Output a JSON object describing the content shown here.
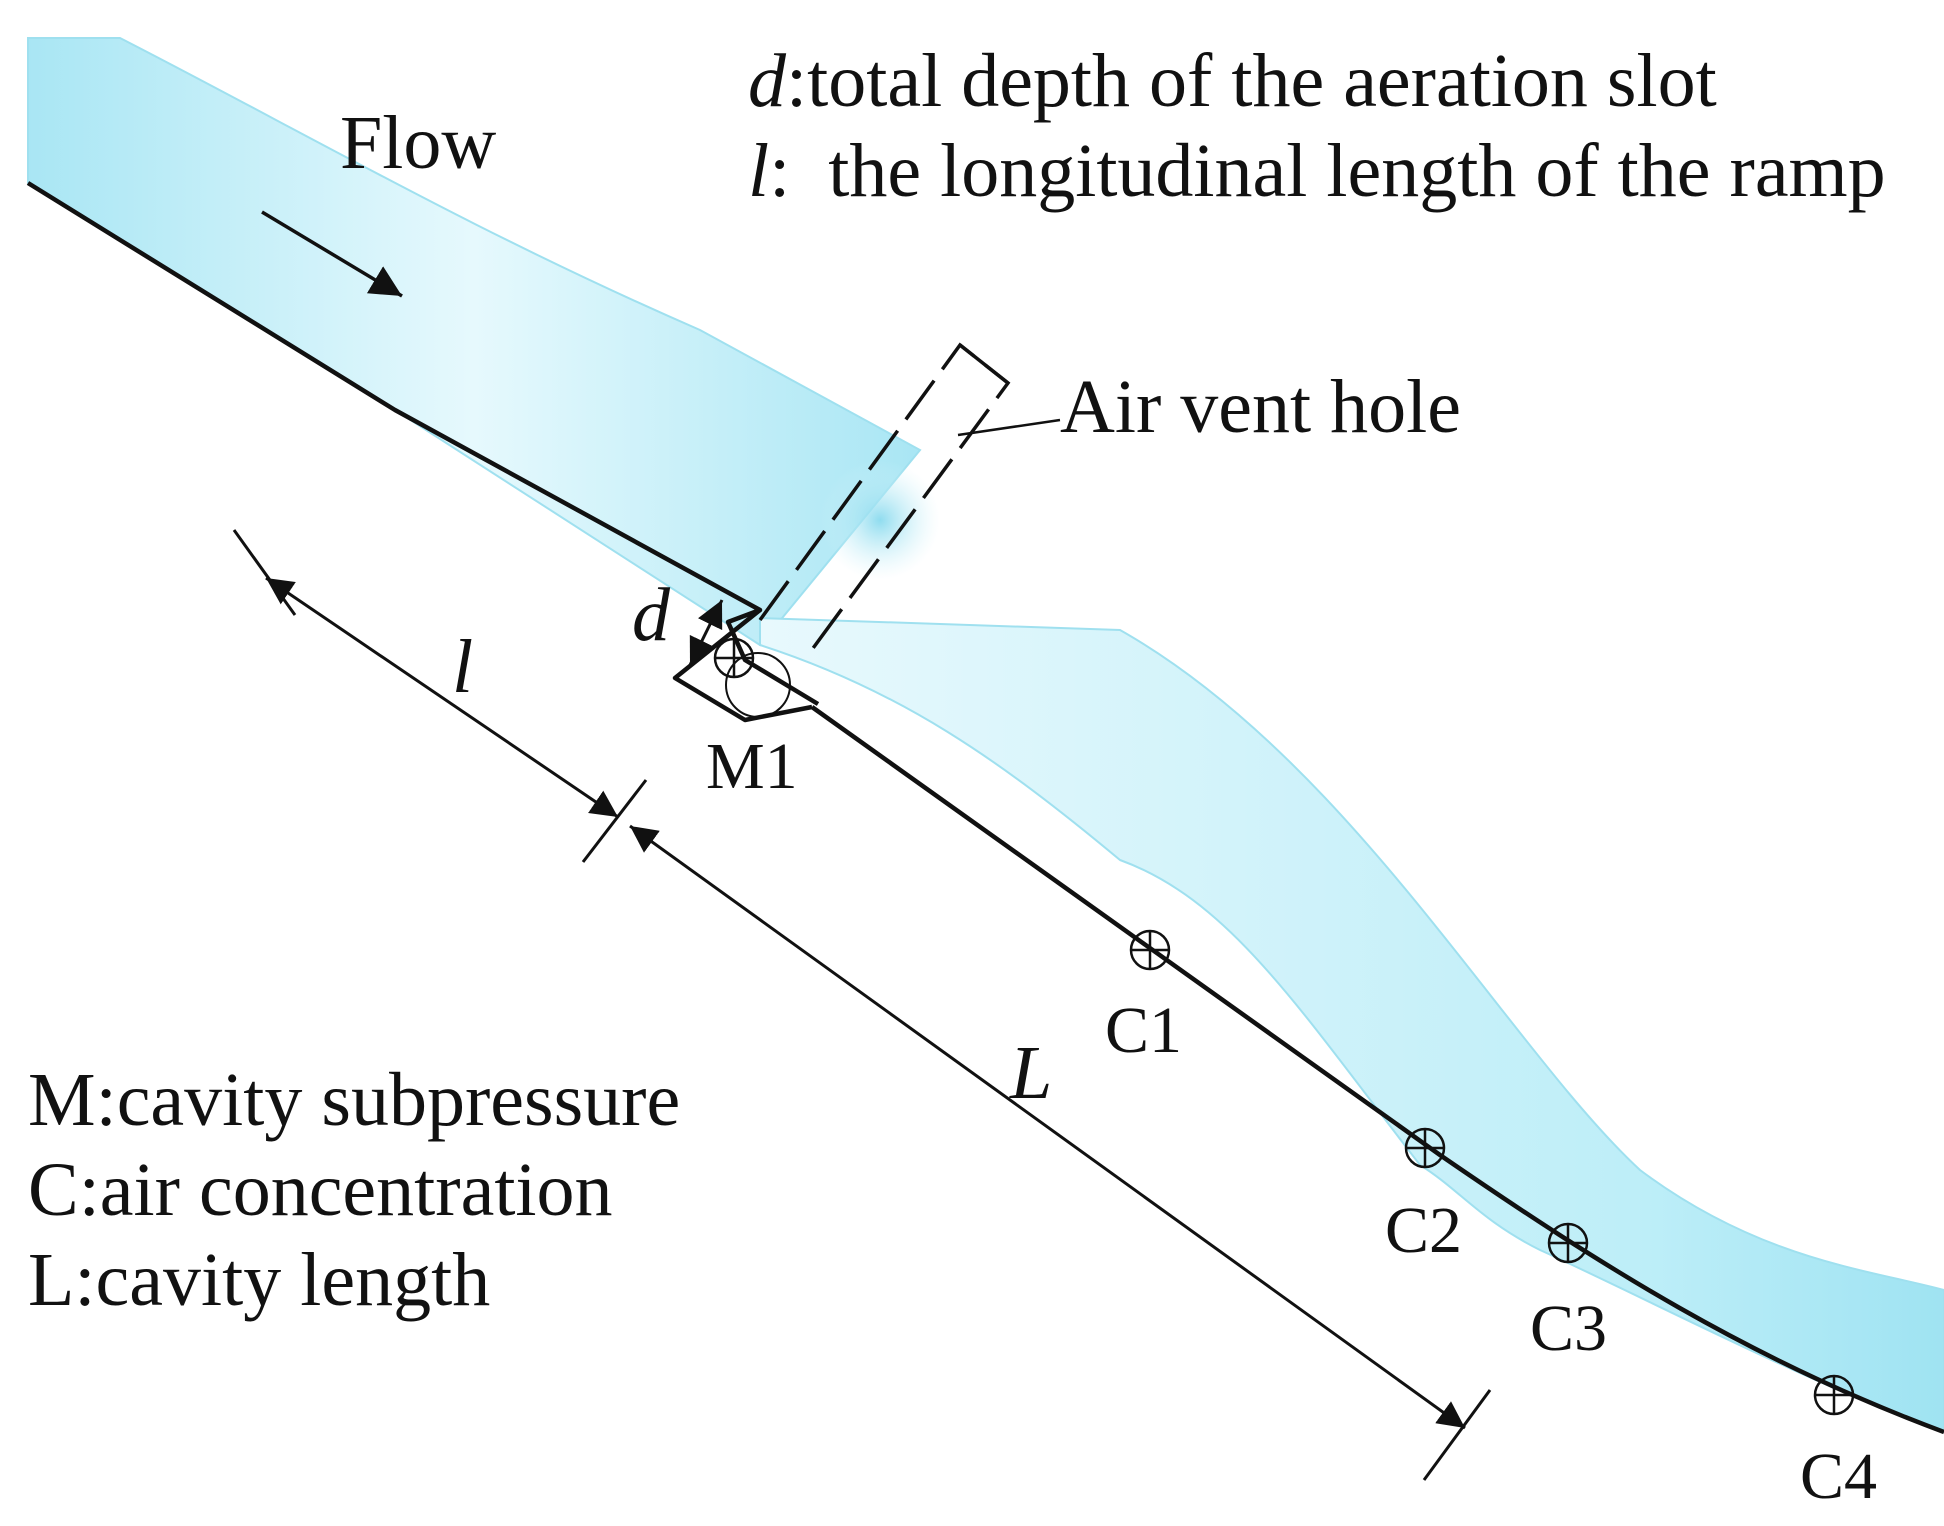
{
  "colors": {
    "water": "#b8ecf6",
    "water_light": "#e2f8fc",
    "water_edge": "#7fd6ea",
    "ink": "#111111"
  },
  "legend_top": {
    "d_symbol": "d",
    "d_text": ":total depth of the aeration slot",
    "l_symbol": "l",
    "l_text": ":  the longitudinal length of the ramp"
  },
  "labels": {
    "flow": "Flow",
    "air_vent": "Air vent hole",
    "d": "d",
    "l": "l",
    "L": "L"
  },
  "points": {
    "m1": "M1",
    "c1": "C1",
    "c2": "C2",
    "c3": "C3",
    "c4": "C4"
  },
  "legend_bottom": {
    "m": "M:cavity subpressure",
    "c": "C:air concentration",
    "L": "L:cavity length"
  },
  "icons": {
    "measure_point": "crossed-circle-icon",
    "flow_arrow": "arrow-right-down-icon"
  }
}
